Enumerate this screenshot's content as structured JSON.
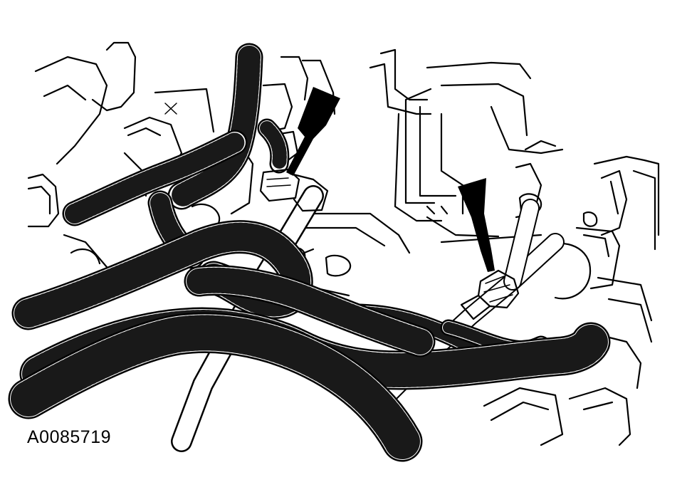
{
  "figure": {
    "id_label": "A0085719",
    "ink_color": "#000000",
    "paper_color": "#ffffff",
    "arrow_count": 2
  },
  "components": [
    {
      "name": "corrugated-wiring-harness-upper",
      "type": "harness"
    },
    {
      "name": "corrugated-wiring-harness-lower",
      "type": "harness"
    },
    {
      "name": "fuel-line-left",
      "type": "hose"
    },
    {
      "name": "fuel-line-right",
      "type": "hose"
    },
    {
      "name": "quick-connect-coupling-left",
      "type": "connector"
    },
    {
      "name": "quick-connect-coupling-right",
      "type": "connector"
    }
  ]
}
